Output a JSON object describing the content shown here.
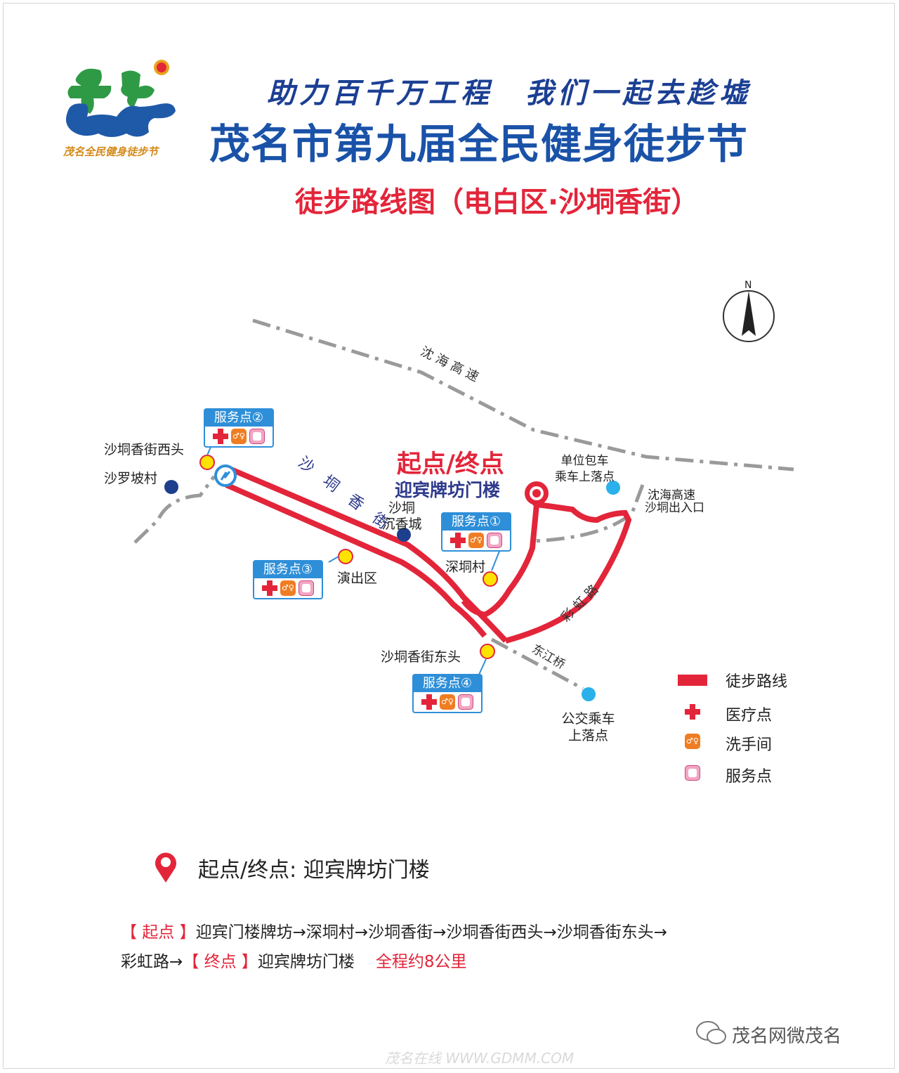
{
  "header": {
    "slogan": "助力百千万工程　我们一起去趁墟",
    "title": "茂名市第九届全民健身徒步节",
    "subtitle": "徒步路线图（电白区·沙垌香街）",
    "logo_tagline": "茂名全民健身徒步节"
  },
  "map": {
    "compass": "N",
    "roads": {
      "highway": "沈 海 高 速",
      "main_street": "沙　垌　香　街",
      "rainbow_road": "彩 虹 路",
      "dongjiang_bridge": "东江桥"
    },
    "places": {
      "xijie_west": "沙垌香街西头",
      "shaluopo": "沙罗坡村",
      "chenxiang_city_1": "沙垌",
      "chenxiang_city_2": "沉香城",
      "performance": "演出区",
      "shendong": "深垌村",
      "xiangjie_east": "沙垌香街东头",
      "unit_bus_1": "单位包车",
      "unit_bus_2": "乘车上落点",
      "exit_1": "沈海高速",
      "exit_2": "沙垌出入口",
      "bus_stop_1": "公交乘车",
      "bus_stop_2": "上落点"
    },
    "start": {
      "label": "起点/终点",
      "name": "迎宾牌坊门楼"
    },
    "service_points": [
      "服务点①",
      "服务点②",
      "服务点③",
      "服务点④"
    ],
    "wc_glyph": "♂♀"
  },
  "legend": [
    "徒步路线",
    "医疗点",
    "洗手间",
    "服务点"
  ],
  "footer": {
    "start_end": "起点/终点:  迎宾牌坊门楼",
    "route_start_tag": "【 起点 】",
    "route_line1": "迎宾门楼牌坊→深垌村→沙垌香街→沙垌香街西头→沙垌香街东头→",
    "route_line2a": "彩虹路→",
    "route_end_tag": "【 终点 】",
    "route_line2b": "迎宾牌坊门楼",
    "distance": "全程约8公里",
    "watermark": "茂名网微茂名",
    "watermark_bottom": "茂名在线 WWW.GDMM.COM"
  },
  "colors": {
    "route": "#e3253a",
    "blue_title": "#1a52a8",
    "service_blue": "#2e8fd8",
    "road_gray": "#9a9a9a"
  }
}
